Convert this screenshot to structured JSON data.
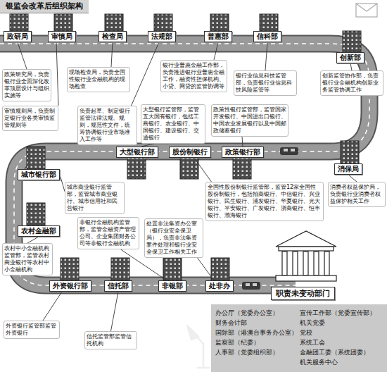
{
  "diagram": {
    "title": "银监会改革后组织架构",
    "nodes": [
      {
        "text": [
          "政研局"
        ]
      },
      {
        "text": [
          "政策研究局，负责银行业全面深化改革顶层设计与组织实施等"
        ]
      },
      {
        "text": [
          "审慎局"
        ]
      },
      {
        "text": [
          "审慎规则局，负责制定银行业各类审慎监管规则等"
        ]
      },
      {
        "text": [
          "检查局"
        ]
      },
      {
        "text": [
          "现场检查局，负责全国性银行业金融机构的现场检查"
        ]
      },
      {
        "text": [
          "法规部"
        ]
      },
      {
        "text": [
          "负责起草、制定银行监管法律法规、规则，规范性文件，统筹协调银行业市场准入工作等"
        ]
      },
      {
        "text": [
          "普惠部"
        ]
      },
      {
        "text": [
          "银行业普惠金融工作部，负责推进银行业普惠金融工作，融资性担保机构、小贷、网贷的监管协调等"
        ]
      },
      {
        "text": [
          "信科部"
        ]
      },
      {
        "text": [
          "银行业信息科技监管部，负责银行业信息科技风险监管等"
        ]
      },
      {
        "text": [
          "创新部"
        ]
      },
      {
        "text": [
          "创新监管协作部，负责银行业金融机构创新业务监管协调工作"
        ]
      },
      {
        "text": [
          "消保局"
        ]
      },
      {
        "text": [
          "消费者权益保护局，负责银行业消费者权益保护相关工作"
        ]
      },
      {
        "text": [
          "政策银行部"
        ]
      },
      {
        "text": [
          "政策性银行监管部，监管国家开发银行、中国进出口银行、中国农业发展银行以及中国邮政储蓄银行"
        ]
      },
      {
        "text": [
          "股份制银行"
        ]
      },
      {
        "text": [
          "全国性股份制银行监管部，监管12家全国性股份制银行，包括招商银行、中信银行、兴业银行、民生银行、浦发银行、华夏银行、光大银行、平安银行、广发银行、浙商银行、恒丰银行、渤海银行"
        ]
      },
      {
        "text": [
          "大型银行部"
        ]
      },
      {
        "text": [
          "大型银行监管部，监管五大国有银行，包括工商银行、农业银行、中国银行、建设银行、交通银行"
        ]
      },
      {
        "text": [
          "城市银行部"
        ]
      },
      {
        "text": [
          "城市商业银行监管部，监管城市商业银行、城市信用社和民营银行"
        ]
      },
      {
        "text": [
          "农村金融部"
        ]
      },
      {
        "text": [
          "农村中小金融机构监管部，监管农村商业银行等农村中小金融机构"
        ]
      },
      {
        "text": [
          "外资银行部"
        ]
      },
      {
        "text": [
          "外资银行监管部监管外资银行"
        ]
      },
      {
        "text": [
          "信托部"
        ]
      },
      {
        "text": [
          "信托监管部监管信托机构"
        ]
      },
      {
        "text": [
          "非银部"
        ]
      },
      {
        "text": [
          "非银行金融机构监管部，监管金融资产管理公司、企业集团财务公司等非银行金融机构"
        ]
      },
      {
        "text": [
          "处非办"
        ]
      },
      {
        "text": [
          "处置非法集资办公室（银行业安全保卫局），负责非法集资案件处理和银行业安全保卫工作相关工作"
        ]
      },
      {
        "text": [
          "职责未变动部门"
        ]
      },
      {
        "text": [
          "办公厅（党委办公室）",
          "财务会计部",
          "国际部（港澳台事务办公室）",
          "监察部（纪委）",
          "人事部（党委组织部）",
          "宣传工作部（党委宣传部）",
          "机关党委",
          "党校",
          "系统工会",
          "金融团工委（系统团委）",
          "机关服务中心"
        ]
      }
    ],
    "edges": [
      {
        "from": 1,
        "to": 0,
        "arrow": "none"
      },
      {
        "from": 3,
        "to": 2,
        "arrow": "none"
      },
      {
        "from": 5,
        "to": 4,
        "arrow": "none"
      },
      {
        "from": 7,
        "to": 6,
        "arrow": "none"
      },
      {
        "from": 9,
        "to": 8,
        "arrow": "none"
      },
      {
        "from": 11,
        "to": 10,
        "arrow": "none"
      },
      {
        "from": 13,
        "to": 12,
        "arrow": "none"
      },
      {
        "from": 15,
        "to": 14,
        "arrow": "none"
      },
      {
        "from": 17,
        "to": 16,
        "arrow": "none"
      },
      {
        "from": 19,
        "to": 18,
        "arrow": "none"
      },
      {
        "from": 21,
        "to": 20,
        "arrow": "none"
      },
      {
        "from": 23,
        "to": 22,
        "arrow": "none"
      },
      {
        "from": 25,
        "to": 24,
        "arrow": "none"
      },
      {
        "from": 27,
        "to": 26,
        "arrow": "none"
      },
      {
        "from": 29,
        "to": 28,
        "arrow": "none"
      },
      {
        "from": 31,
        "to": 30,
        "arrow": "none"
      },
      {
        "from": 33,
        "to": 32,
        "arrow": "none"
      }
    ]
  }
}
